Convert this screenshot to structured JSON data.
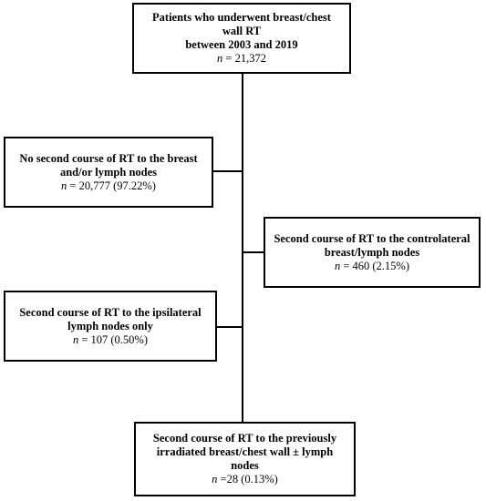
{
  "flowchart": {
    "top": {
      "title_lines": [
        "Patients who underwent breast/chest",
        "wall RT",
        "between 2003 and 2019"
      ],
      "n_symbol": "n",
      "n_text": " = 21,372"
    },
    "no_second_course": {
      "title_lines": [
        "No second course of RT to the breast",
        "and/or lymph nodes"
      ],
      "n_symbol": "n",
      "n_text": " = 20,777 (97.22%)"
    },
    "contralateral": {
      "title_lines": [
        "Second course of RT to the controlateral",
        "breast/lymph nodes"
      ],
      "n_symbol": "n",
      "n_text": " = 460 (2.15%)"
    },
    "ipsilateral_nodes": {
      "title_lines": [
        "Second course of RT to the ipsilateral",
        "lymph nodes only"
      ],
      "n_symbol": "n",
      "n_text": " = 107 (0.50%)"
    },
    "previously_irradiated": {
      "title_lines": [
        "Second course of RT to the previously",
        "irradiated breast/chest wall ± lymph",
        "nodes"
      ],
      "n_symbol": "n",
      "n_text": " =28 (0.13%)"
    }
  }
}
